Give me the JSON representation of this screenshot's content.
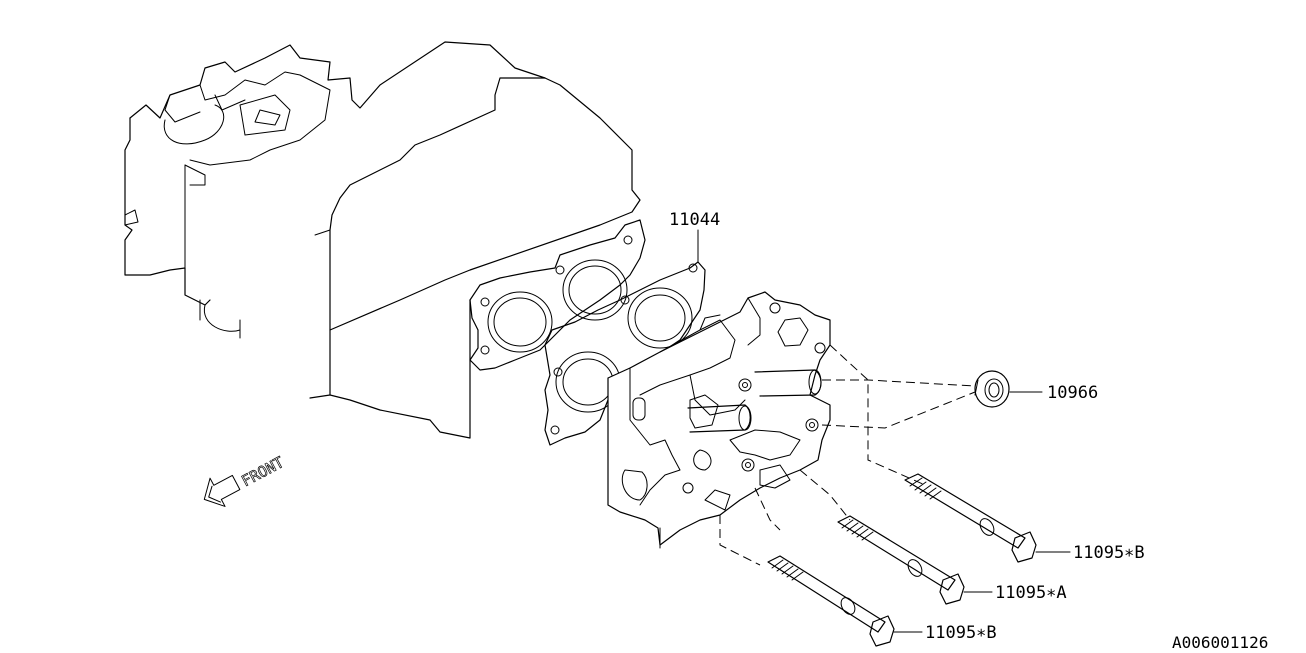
{
  "parts": [
    {
      "id": "gasket",
      "number": "11044"
    },
    {
      "id": "plug-seal",
      "number": "10966"
    },
    {
      "id": "bolt-upper",
      "number": "11095∗B"
    },
    {
      "id": "bolt-middle",
      "number": "11095∗A"
    },
    {
      "id": "bolt-lower",
      "number": "11095∗B"
    }
  ],
  "direction_label": "FRONT",
  "reference_code": "A006001126"
}
